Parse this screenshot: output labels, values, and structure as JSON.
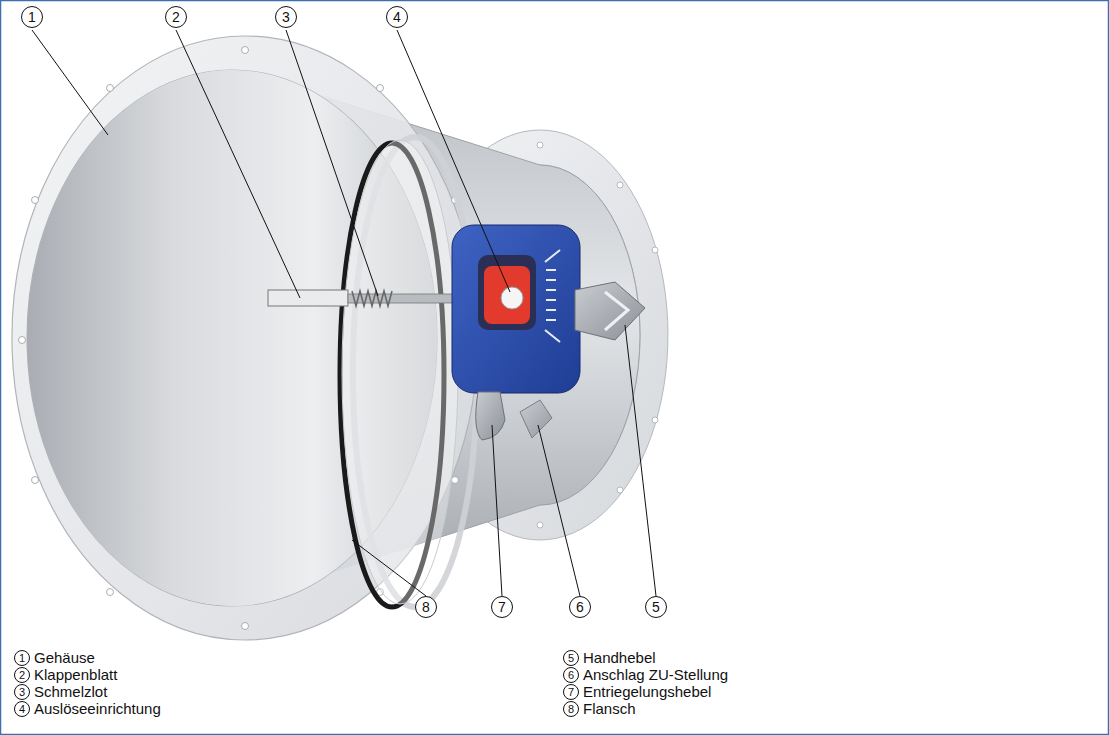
{
  "diagram": {
    "labels": [
      "1",
      "2",
      "3",
      "4",
      "8",
      "7",
      "6",
      "5",
      "1",
      "Gehäuse",
      "2",
      "Klappenblatt",
      "3",
      "Schmelzlot",
      "4",
      "Auslöseeinrichtung",
      "5",
      "Handhebel",
      "6",
      "Anschlag ZU-Stellung",
      "7",
      "Entriegelungshebel",
      "8",
      "Flansch"
    ]
  }
}
